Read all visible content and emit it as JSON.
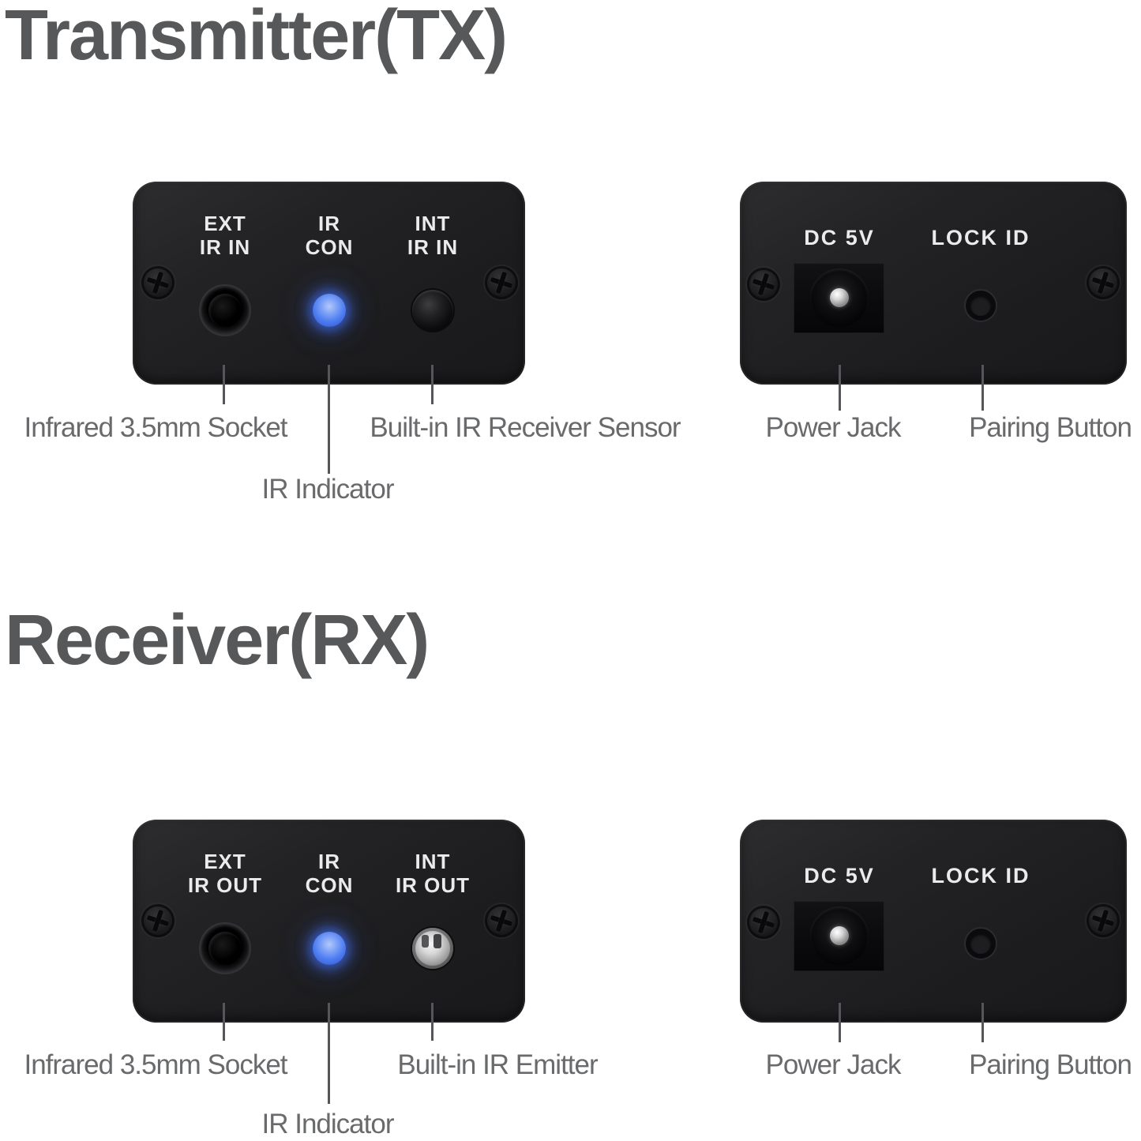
{
  "colors": {
    "background": "#ffffff",
    "title_gray": "#57585a",
    "label_gray": "#696a6c",
    "line_gray": "#55565a",
    "panel_black": "#1c1c1e",
    "silkscreen_white": "#ebebed",
    "led_blue": "#4d7cf1"
  },
  "tx": {
    "title": "Transmitter(TX)",
    "ir_panel": {
      "port_ext_line1": "EXT",
      "port_ext_line2": "IR IN",
      "port_con_line1": "IR",
      "port_con_line2": "CON",
      "port_int_line1": "INT",
      "port_int_line2": "IR IN"
    },
    "power_panel": {
      "dc_label": "DC 5V",
      "lock_label": "LOCK ID"
    },
    "callouts": {
      "socket_label": "Infrared 3.5mm Socket",
      "sensor_label": "Built-in IR Receiver Sensor",
      "indicator_label": "IR Indicator",
      "power_label": "Power Jack",
      "pairing_label": "Pairing Button"
    }
  },
  "rx": {
    "title": "Receiver(RX)",
    "ir_panel": {
      "port_ext_line1": "EXT",
      "port_ext_line2": "IR OUT",
      "port_con_line1": "IR",
      "port_con_line2": "CON",
      "port_int_line1": "INT",
      "port_int_line2": "IR OUT"
    },
    "power_panel": {
      "dc_label": "DC 5V",
      "lock_label": "LOCK ID"
    },
    "callouts": {
      "socket_label": "Infrared 3.5mm Socket",
      "emitter_label": "Built-in IR Emitter",
      "indicator_label": "IR Indicator",
      "power_label": "Power Jack",
      "pairing_label": "Pairing Button"
    }
  }
}
